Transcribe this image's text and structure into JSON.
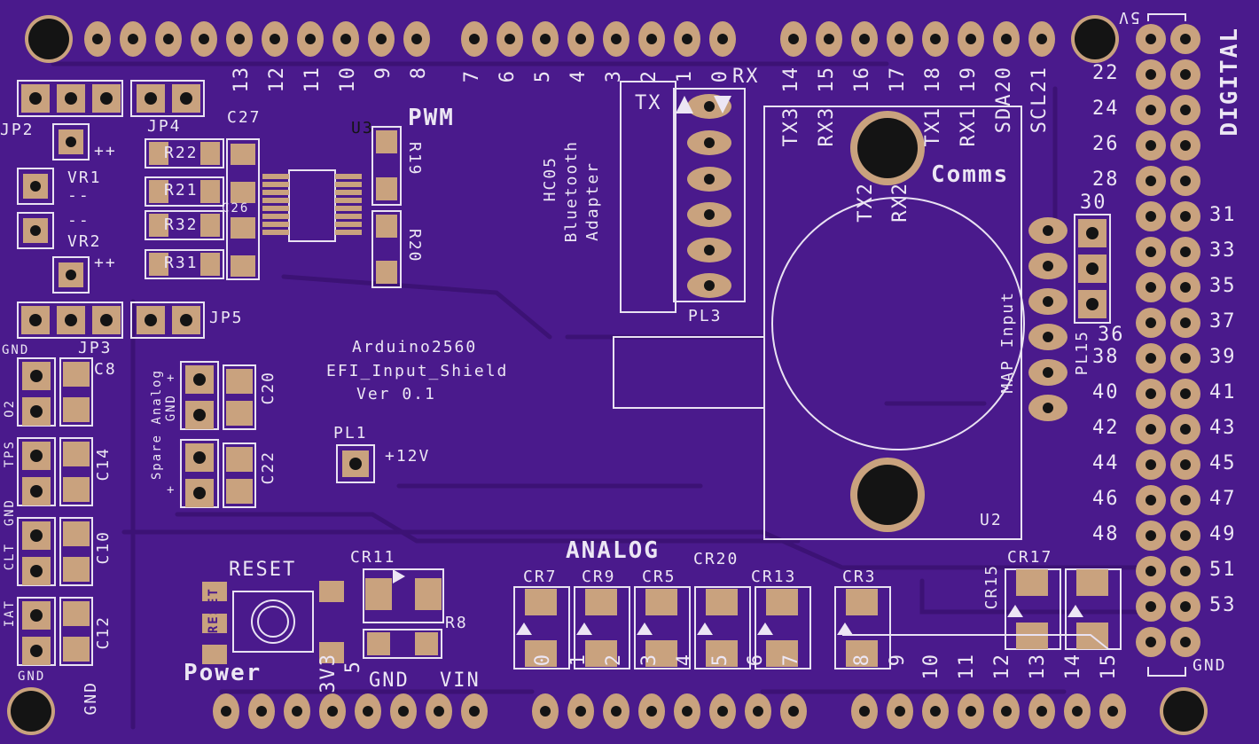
{
  "board": {
    "title": "Arduino2560",
    "subtitle": "EFI_Input_Shield",
    "version": "Ver 0.1"
  },
  "colors": {
    "pcb": "#4a1a8c",
    "silkscreen": "#ece6f4",
    "pad": "#c9a27e",
    "hole": "#141414"
  },
  "sections": {
    "pwm": "PWM",
    "comms": "Comms",
    "analog": "ANALOG",
    "digital": "DIGITAL",
    "power": "Power",
    "reset": "RESET",
    "reset_small": "RESET",
    "five_v": "5V",
    "gnd": "GND"
  },
  "header_top": {
    "pins_left": [
      "13",
      "12",
      "11",
      "10",
      "9",
      "8"
    ],
    "pins_mid": [
      "7",
      "6",
      "5",
      "4",
      "3",
      "2",
      "1",
      "0"
    ],
    "tx": "TX",
    "rx": "RX",
    "comms_pins": [
      "TX3 14",
      "RX3 15",
      "16",
      "17",
      "TX1 18",
      "RX1 19",
      "SDA20",
      "SCL21"
    ],
    "tx2": "TX2",
    "rx2": "RX2"
  },
  "digital_labels": {
    "left": [
      "22",
      "24",
      "26",
      "28",
      "30",
      "36",
      "38",
      "40",
      "42",
      "44",
      "46",
      "48"
    ],
    "right": [
      "31",
      "33",
      "35",
      "37",
      "39",
      "41",
      "43",
      "45",
      "47",
      "49",
      "51",
      "53"
    ]
  },
  "analog_labels": [
    "0",
    "1",
    "2",
    "3",
    "4",
    "5",
    "6",
    "7",
    "8",
    "9",
    "10",
    "11",
    "12",
    "13",
    "14",
    "15"
  ],
  "power_labels": {
    "v33": "3V3",
    "v5": "5",
    "gnd": "GND",
    "vin": "VIN"
  },
  "components": {
    "jp2": "JP2",
    "jp3": "JP3",
    "jp4": "JP4",
    "jp5": "JP5",
    "vr1": "VR1",
    "vr2": "VR2",
    "plus": "++",
    "minus": "--",
    "r22": "R22",
    "r21": "R21",
    "r32": "R32",
    "r31": "R31",
    "r19": "R19",
    "r20": "R20",
    "r8": "R8",
    "c27": "C27",
    "c26": "C26",
    "c8": "C8",
    "c14": "C14",
    "c10": "C10",
    "c12": "C12",
    "c20": "C20",
    "c22": "C22",
    "u3": "U3",
    "u2": "U2",
    "pl1": "PL1",
    "plus12v": "+12V",
    "pl3": "PL3",
    "pl15": "PL15",
    "bt_line1": "HC05",
    "bt_line2": "Bluetooth",
    "bt_line3": "Adapter",
    "map_input": "MAP Input",
    "cr11": "CR11",
    "cr7": "CR7",
    "cr9": "CR9",
    "cr5": "CR5",
    "cr20": "CR20",
    "cr13": "CR13",
    "cr3": "CR3",
    "cr17": "CR17",
    "cr15": "CR15"
  },
  "sensor_labels": {
    "gnd_top": "GND",
    "o2": "O2",
    "tps": "TPS",
    "gnd_mid": "GND",
    "clt": "CLT",
    "iat": "IAT",
    "gnd_bottom": "GND",
    "gnd_side": "GND",
    "spare_analog": "Spare Analog",
    "spare_gnd": "GND",
    "plus": "+"
  }
}
